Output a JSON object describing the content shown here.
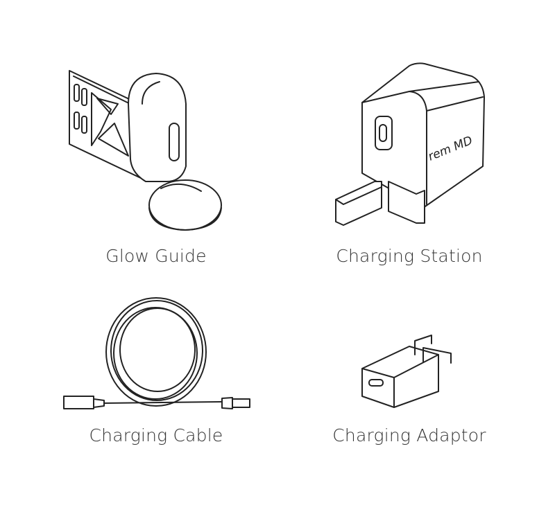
{
  "items": [
    {
      "label": "Glow Guide"
    },
    {
      "label": "Charging Station",
      "logo_text": "rem MD"
    },
    {
      "label": "Charging Cable"
    },
    {
      "label": "Charging Adaptor"
    }
  ]
}
